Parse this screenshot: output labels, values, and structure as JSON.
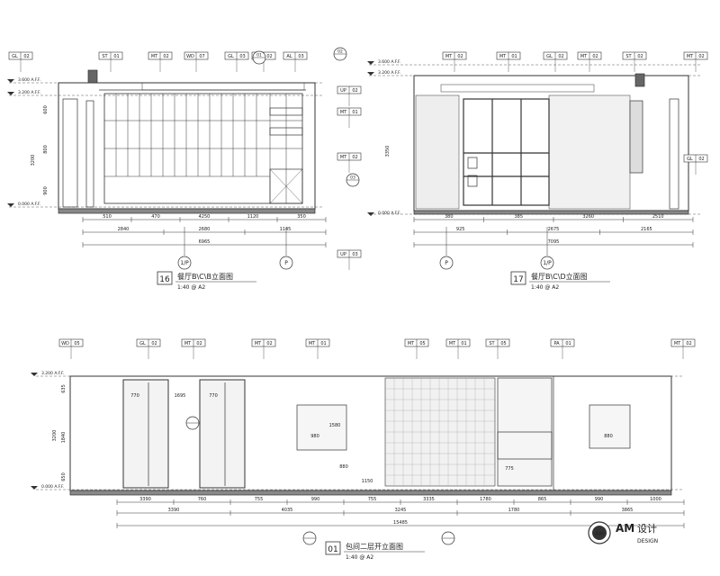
{
  "drawings": [
    {
      "id": "16",
      "number": "16",
      "title": "餐厅B\\C\\B立面图",
      "scale": "1:40 @ A2",
      "levels": [
        "3.600 A.F.F.",
        "3.200 A.F.F.",
        "0.000 A.F.F."
      ],
      "tags": [
        {
          "code": "GL",
          "num": "02"
        },
        {
          "code": "ST",
          "num": "01"
        },
        {
          "code": "MT",
          "num": "02"
        },
        {
          "code": "WD",
          "num": "07"
        },
        {
          "code": "GL",
          "num": "03"
        },
        {
          "code": "MT",
          "num": "02"
        },
        {
          "code": "AL",
          "num": "03"
        },
        {
          "code": "UP",
          "num": "02"
        },
        {
          "code": "MT",
          "num": "01"
        },
        {
          "code": "MT",
          "num": "02"
        },
        {
          "code": "UP",
          "num": "03"
        }
      ],
      "section_markers": [
        "01",
        "02",
        "03"
      ],
      "vertical_dims": [
        "3200",
        "600",
        "800",
        "900"
      ],
      "dims_row1": [
        "510",
        "470",
        "4250",
        "1120",
        "350"
      ],
      "dims_row2": [
        "2840",
        "2680",
        "1145"
      ],
      "dims_total": "6965",
      "grid_labels": [
        "1/P",
        "P"
      ]
    },
    {
      "id": "17",
      "number": "17",
      "title": "餐厅B\\C\\D立面图",
      "scale": "1:40 @ A2",
      "levels": [
        "3.600 A.F.F.",
        "3.200 A.F.F.",
        "0.000 A.F.F."
      ],
      "tags": [
        {
          "code": "MT",
          "num": "02"
        },
        {
          "code": "MT",
          "num": "01"
        },
        {
          "code": "GL",
          "num": "02"
        },
        {
          "code": "MT",
          "num": "02"
        },
        {
          "code": "ST",
          "num": "02"
        },
        {
          "code": "GL",
          "num": "02"
        },
        {
          "code": "MT",
          "num": "02"
        }
      ],
      "vertical_dims": [
        "3350"
      ],
      "dims_row1": [
        "380",
        "385",
        "3260",
        "2510"
      ],
      "dims_row2": [
        "925",
        "2675",
        "2165"
      ],
      "dims_total": "7095",
      "grid_labels": [
        "P",
        "1/P"
      ]
    },
    {
      "id": "01",
      "number": "01",
      "title": "包间二层开立面图",
      "scale": "1:40 @ A2",
      "levels": [
        "3.200 A.F.F.",
        "0.000 A.F.F."
      ],
      "tags": [
        {
          "code": "WD",
          "num": "05"
        },
        {
          "code": "GL",
          "num": "02"
        },
        {
          "code": "MT",
          "num": "02"
        },
        {
          "code": "MT",
          "num": "02"
        },
        {
          "code": "MT",
          "num": "01"
        },
        {
          "code": "MT",
          "num": "05"
        },
        {
          "code": "MT",
          "num": "01"
        },
        {
          "code": "ST",
          "num": "05"
        },
        {
          "code": "PA",
          "num": "01"
        },
        {
          "code": "MT",
          "num": "02"
        }
      ],
      "inner_dims": [
        "770",
        "1695",
        "770",
        "980",
        "1580",
        "880",
        "775",
        "1150",
        "880"
      ],
      "vertical_dims": [
        "3200",
        "1840",
        "635",
        "650"
      ],
      "dims_row1": [
        "3390",
        "760",
        "755",
        "990",
        "755",
        "3335",
        "1780",
        "865",
        "990",
        "1000"
      ],
      "dims_row2": [
        "3390",
        "4035",
        "3245",
        "1780",
        "3865"
      ],
      "dims_total": "15485"
    }
  ],
  "logo": {
    "mark": "AM",
    "name": "设计",
    "sub": "DESIGN"
  }
}
